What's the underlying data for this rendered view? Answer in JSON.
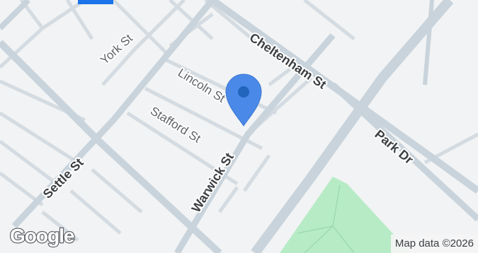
{
  "map": {
    "streets": {
      "york": "York St",
      "lincoln": "Lincoln St",
      "stafford": "Stafford St",
      "cheltenham": "Cheltenham St",
      "warwick": "Warwick St",
      "settle": "Settle St",
      "park": "Park Dr"
    },
    "logo": "Google",
    "attribution": "Map data ©2026",
    "colors": {
      "land": "#f1f3f4",
      "road": "#c9d3db",
      "park": "#b7ebc6",
      "marker": "#4a89e8",
      "marker_dot": "#1a5fb4",
      "top_accent": "#1a73e8"
    },
    "marker_icon": "location-pin-icon"
  }
}
